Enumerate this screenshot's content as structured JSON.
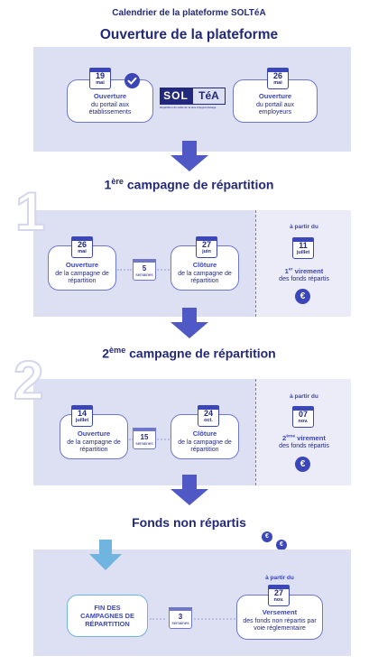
{
  "title": "Calendrier de la plateforme SOLTéA",
  "ouverture": {
    "heading": "Ouverture de la plateforme",
    "left": {
      "day": "19",
      "month": "mai",
      "label_bold": "Ouverture",
      "label_rest": "du portail aux établissements"
    },
    "logo": {
      "text1": "SOL",
      "text2": "TéA",
      "tagline": "Répartition du solde de la taxe d'apprentissage"
    },
    "right": {
      "day": "26",
      "month": "mai",
      "label_bold": "Ouverture",
      "label_rest": "du portail aux employeurs"
    }
  },
  "campagne1": {
    "number": "1",
    "heading_sup": "ère",
    "heading_pre": "1",
    "heading_rest": " campagne de répartition",
    "open": {
      "day": "26",
      "month": "mai",
      "label_bold": "Ouverture",
      "label_rest": "de la campagne de répartition"
    },
    "weeks": {
      "n": "5",
      "unit": "semaines"
    },
    "close": {
      "day": "27",
      "month": "juin",
      "label_bold": "Clôture",
      "label_rest": "de la campagne de répartition"
    },
    "payment": {
      "from": "à partir du",
      "day": "11",
      "month": "juillet",
      "pre": "1",
      "sup": "er",
      "bold": " virement",
      "rest": "des fonds répartis",
      "currency": "€"
    }
  },
  "campagne2": {
    "number": "2",
    "heading_pre": "2",
    "heading_sup": "ème",
    "heading_rest": " campagne de répartition",
    "open": {
      "day": "14",
      "month": "juillet",
      "label_bold": "Ouverture",
      "label_rest": "de la campagne de répartition"
    },
    "weeks": {
      "n": "15",
      "unit": "semaines"
    },
    "close": {
      "day": "24",
      "month": "oct.",
      "label_bold": "Clôture",
      "label_rest": "de la campagne de répartition"
    },
    "payment": {
      "from": "à partir du",
      "day": "07",
      "month": "nov.",
      "pre": "2",
      "sup": "ème",
      "bold": " virement",
      "rest": "des fonds répartis",
      "currency": "€"
    }
  },
  "fonds": {
    "heading": "Fonds non répartis",
    "fin": "FIN DES CAMPAGNES DE RÉPARTITION",
    "weeks": {
      "n": "3",
      "unit": "semaines"
    },
    "payment": {
      "from": "à partir du",
      "day": "27",
      "month": "nov.",
      "bold": "Versement",
      "rest": "des fonds non répartis par voie réglementaire",
      "currency": "€"
    }
  },
  "colors": {
    "navy": "#23297a",
    "accent": "#3b46b8",
    "band": "#dddff3",
    "light_blue": "#6fb5e0"
  }
}
